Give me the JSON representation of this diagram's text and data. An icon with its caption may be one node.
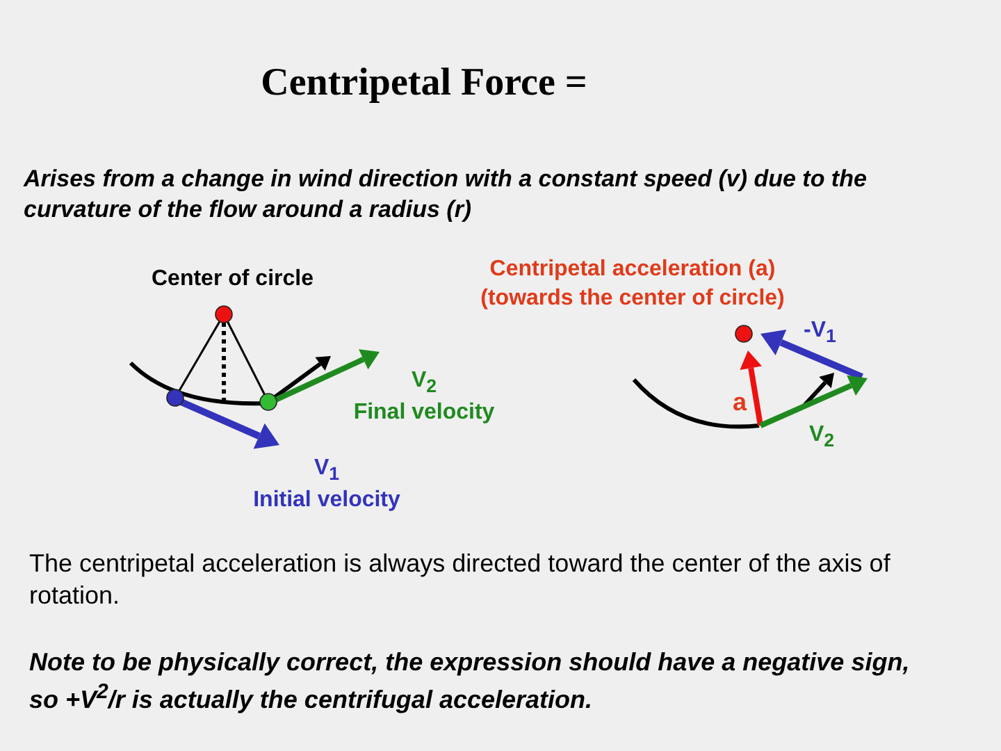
{
  "diagram": {
    "title": "Centripetal Force =",
    "labels": [
      "Arises from a change in wind direction with a constant speed (v) due to the curvature of the flow around a radius (r)",
      "Center of circle",
      "Centripetal acceleration (a) (towards the center of circle)",
      "-V$_{1}$",
      "V$_{2}$",
      "Final velocity",
      "a",
      "V$_{2}$",
      "V$_{1}$",
      "Initial velocity",
      "The centripetal acceleration is always directed toward the center of the axis of rotation.",
      "Note to be physically correct, the expression should have a negative sign, so +V$^{2}$/r is actually the centrifugal acceleration."
    ]
  }
}
